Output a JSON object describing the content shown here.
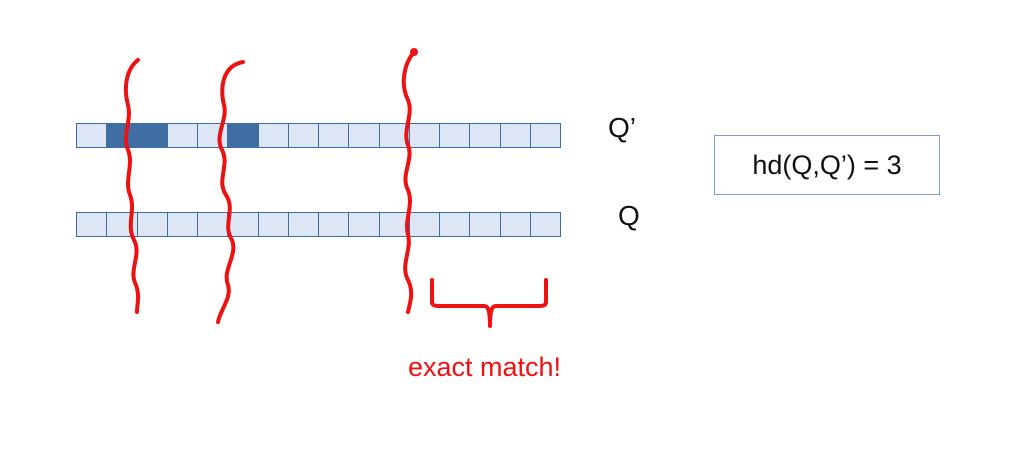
{
  "strings": {
    "row_top_label": "Q’",
    "row_bottom_label": "Q",
    "distance_label": "hd(Q,Q’) = 3",
    "match_label": "exact match!"
  },
  "rows": {
    "cell_count": 16,
    "top_highlighted": [
      1,
      2,
      5
    ],
    "bottom_highlighted": []
  },
  "colors": {
    "cell_fill": "#dce6f4",
    "cell_highlight": "#3f6ea3",
    "cell_border": "#3f6ea3",
    "annotation": "#ee1111"
  }
}
